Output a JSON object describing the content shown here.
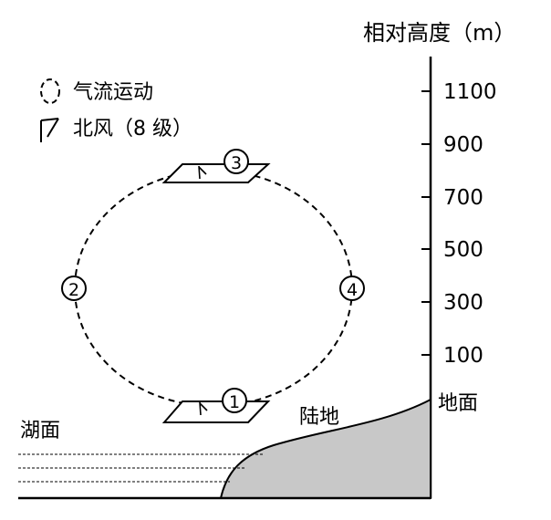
{
  "axis": {
    "title": "相对高度（m）",
    "ticks": [
      "1100",
      "900",
      "700",
      "500",
      "300",
      "100"
    ],
    "ground_label": "地面"
  },
  "legend": {
    "airflow_label": "气流运动",
    "wind_label": "北风（8 级）"
  },
  "regions": {
    "lake": "湖面",
    "land": "陆地"
  },
  "points": [
    "①",
    "②",
    "③",
    "④"
  ],
  "colors": {
    "ink": "#000000",
    "land_fill": "#c8c8c8",
    "background": "#ffffff"
  }
}
